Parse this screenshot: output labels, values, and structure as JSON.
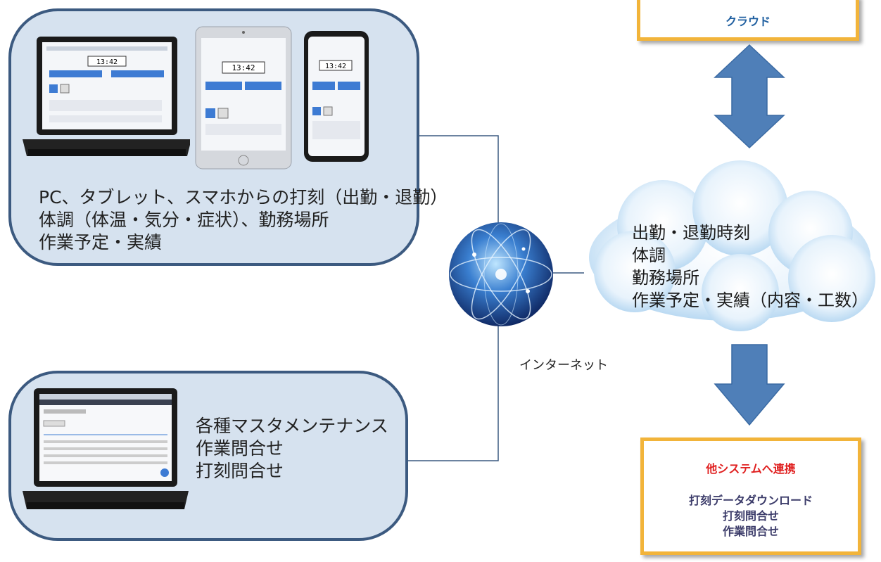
{
  "top_panel": {
    "lines": [
      "PC、タブレット、スマホからの打刻（出勤・退勤）",
      "体調（体温・気分・症状）、勤務場所",
      "作業予定・実績"
    ],
    "device_clock": "13:42"
  },
  "bottom_panel": {
    "lines": [
      "各種マスタメンテナンス",
      "作業問合せ",
      "打刻問合せ"
    ]
  },
  "internet_label": "インターネット",
  "cloud": {
    "lines": [
      "出勤・退勤時刻",
      "体調",
      "勤務場所",
      "作業予定・実績（内容・工数）"
    ]
  },
  "cloud_label": "クラウド",
  "other_systems": {
    "title": "他システムへ連携",
    "lines": [
      "打刻データダウンロード",
      "打刻問合せ",
      "作業問合せ"
    ]
  },
  "colors": {
    "panel_fill": "#d6e2ef",
    "panel_border": "#3c5a80",
    "arrow": "#4f7fb8",
    "box_border": "#f2b43a",
    "cloud_label": "#1f5fa0",
    "systems_title": "#e02020"
  }
}
